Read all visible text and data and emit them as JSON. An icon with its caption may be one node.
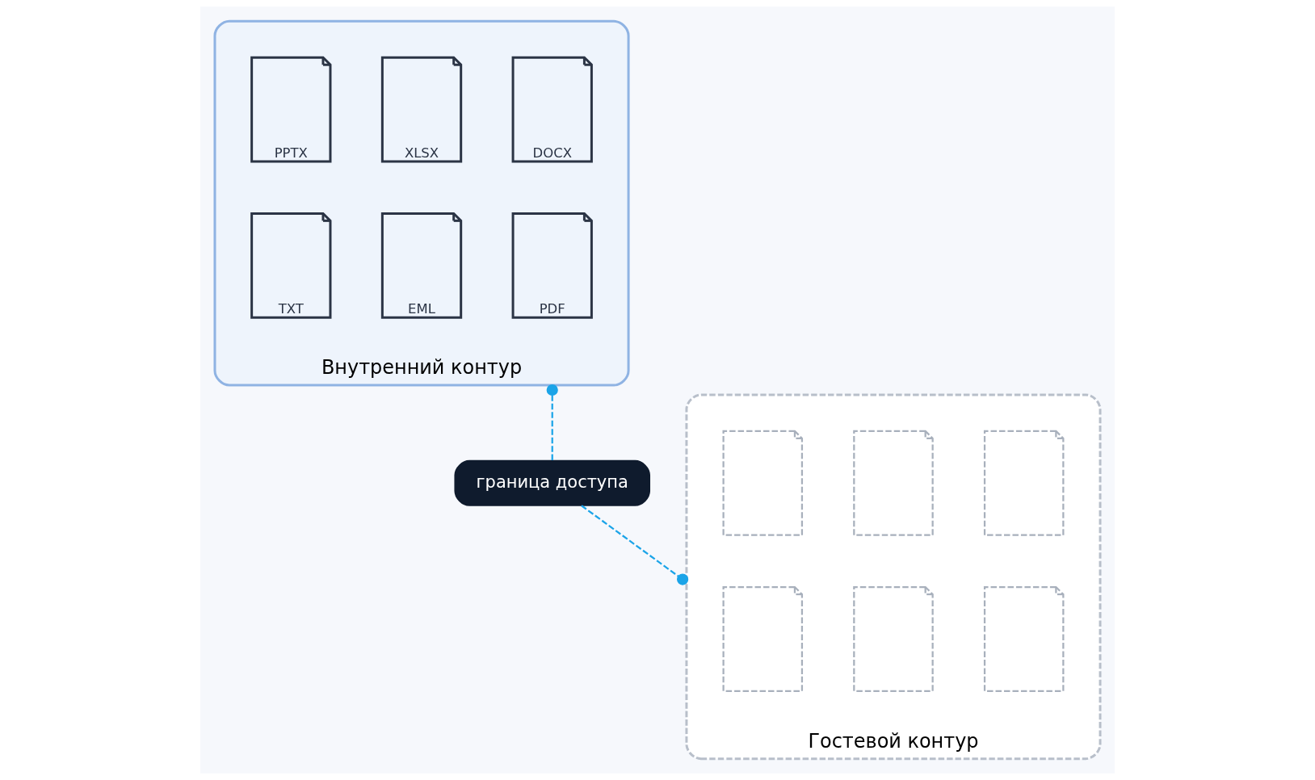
{
  "diagram": {
    "nodes": [
      {
        "text": [
          "Внутренний контур"
        ]
      },
      {
        "text": [
          "DOCX"
        ],
        "in": 0
      },
      {
        "text": [
          "XLSX"
        ],
        "in": 0
      },
      {
        "text": [
          "PPTX"
        ],
        "in": 0
      },
      {
        "text": [
          "PDF"
        ],
        "in": 0
      },
      {
        "text": [
          "EML"
        ],
        "in": 0
      },
      {
        "text": [
          "TXT"
        ],
        "in": 0
      },
      {
        "text": [
          "граница доступа"
        ]
      },
      {
        "text": [
          "Гостевой контур"
        ]
      },
      {
        "text": [],
        "shape": "document",
        "in": 8
      },
      {
        "text": [],
        "shape": "document",
        "in": 8
      },
      {
        "text": [],
        "shape": "document",
        "in": 8
      },
      {
        "text": [],
        "shape": "document",
        "in": 8
      },
      {
        "text": [],
        "shape": "document",
        "in": 8
      },
      {
        "text": [],
        "shape": "document",
        "in": 8
      }
    ],
    "edges": [
      {
        "from": 0,
        "to": 7,
        "arrow": "other",
        "style": "dashed"
      },
      {
        "from": 7,
        "to": 8,
        "arrow": "other",
        "style": "dashed"
      }
    ]
  }
}
